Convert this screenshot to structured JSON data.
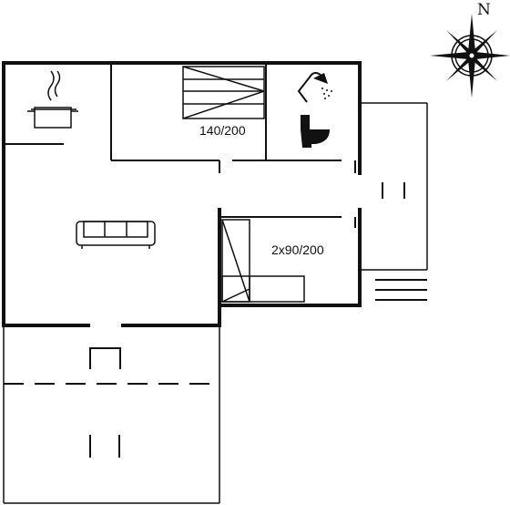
{
  "floorplan": {
    "labels": {
      "double_bed": "140/200",
      "twin_beds": "2x90/200"
    },
    "compass": {
      "north": "N"
    }
  },
  "icons": [
    "kitchen-pot-icon",
    "sofa-icon",
    "shower-icon",
    "toilet-icon",
    "compass-rose-icon"
  ],
  "colors": {
    "line": "#111111",
    "background": "#ffffff"
  }
}
